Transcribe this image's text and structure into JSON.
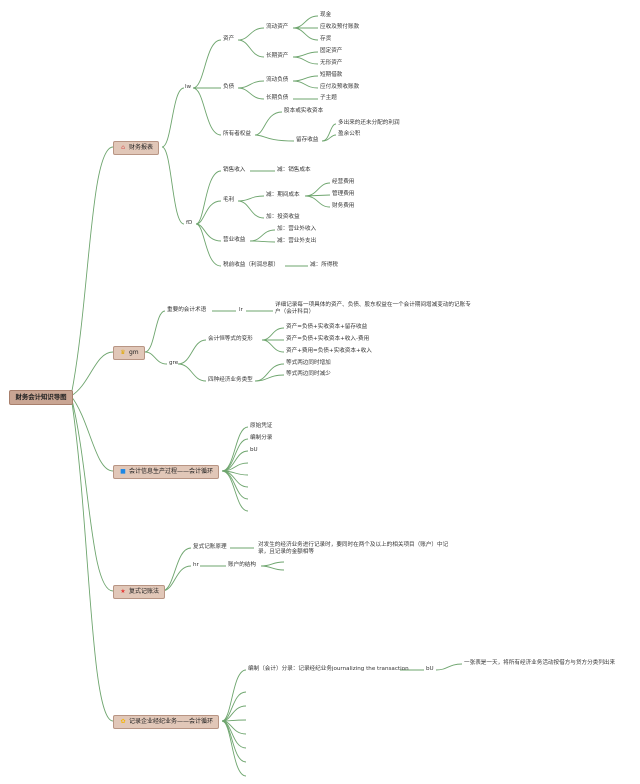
{
  "root": "财务会计知识导图",
  "colors": {
    "line": "#6ea56e",
    "branch_fill": "#e1c7b8",
    "root_fill": "#c9a593"
  },
  "branches": [
    {
      "id": "b1",
      "label": "财务报表",
      "icon": "house-icon",
      "glyph": "⌂",
      "color": "#d9534f"
    },
    {
      "id": "b2",
      "label": "gm",
      "icon": "trophy-icon",
      "glyph": "♛",
      "color": "#e0a800"
    },
    {
      "id": "b3",
      "label": "会计信息生产过程——会计循环",
      "icon": "square-icon",
      "glyph": "■",
      "color": "#1e88e5"
    },
    {
      "id": "b4",
      "label": "复式记账法",
      "icon": "star-icon",
      "glyph": "★",
      "color": "#e53935"
    },
    {
      "id": "b5",
      "label": "记录企业经纪业务——会计循环",
      "icon": "ribbon-icon",
      "glyph": "✿",
      "color": "#f5b50a"
    }
  ],
  "nodes": {
    "n_lw": "lw",
    "n_zichan": "资产",
    "n_liudong_zc": "流动资产",
    "n_xianjin": "现金",
    "n_yingshou": "应收及预付账款",
    "n_cunhuo": "存货",
    "n_changqi_zc": "长期资产",
    "n_guding": "固定资产",
    "n_wuxing": "无形资产",
    "n_fuzhai": "负债",
    "n_liudong_fz": "流动负债",
    "n_duanqi": "短期借款",
    "n_yingfu": "应付及预收账款",
    "n_changqi_fz": "长期负债",
    "n_zizhuti": "子主题",
    "n_syzqy": "所有者权益",
    "n_guben": "股本或实收资本",
    "n_liucun": "留存收益",
    "n_wfp": "多出来的还未分配的利润",
    "n_yygj": "盈余公积",
    "n_fD": "fD",
    "n_xiaoshou": "销售收入",
    "n_jian_xscb": "减：销售成本",
    "n_maoli": "毛利",
    "n_jian_qjfy": "减：期间成本",
    "n_jingying": "经营费用",
    "n_guanli": "管理费用",
    "n_caiwu": "财务费用",
    "n_jia_tzsy": "加：投资收益",
    "n_yingye": "营业收益",
    "n_jia_yywsr": "加：营业外收入",
    "n_jian_yywzc": "减：营业外支出",
    "n_shuiqian": "税前收益（利润总额）",
    "n_jian_sds": "减：所得税",
    "n_zhongyao": "重要的会计术语",
    "n_lr": "lr",
    "n_desc_kemu": "详细记录每一项具体的资产、负债、股东权益在一个会计期间增减变动的记账专户（会计科目）",
    "n_gre": "gre",
    "n_dengshi": "会计恒等式的变形",
    "n_eq1": "资产=负债+实收资本+留存收益",
    "n_eq2": "资产=负债+实收资本+收入-费用",
    "n_eq3": "资产+费用=负债+实收资本+收入",
    "n_sizhong": "四种经济业务类型",
    "n_tong_zeng": "等式两边同时增加",
    "n_tong_jian": "等式两边同时减少",
    "n_yuanshi": "原始凭证",
    "n_bianzhi": "编制分录",
    "n_bU": "bU",
    "n_fsjz": "复式记账原理",
    "n_fsjz_desc": "对发生的经济业务进行记录时，要同时在两个及以上的相关项目（账户）中记录，且记录的金额相等",
    "n_hr": "hr",
    "n_zhanghu": "账户的结构",
    "n_bianzhi2": "编制（会计）分录：记录经纪业务journalizing the transaction",
    "n_bU2": "bU",
    "n_yizhang": "一张表是一天，将所有经济业务活动按借方与贷方分类列出来"
  }
}
